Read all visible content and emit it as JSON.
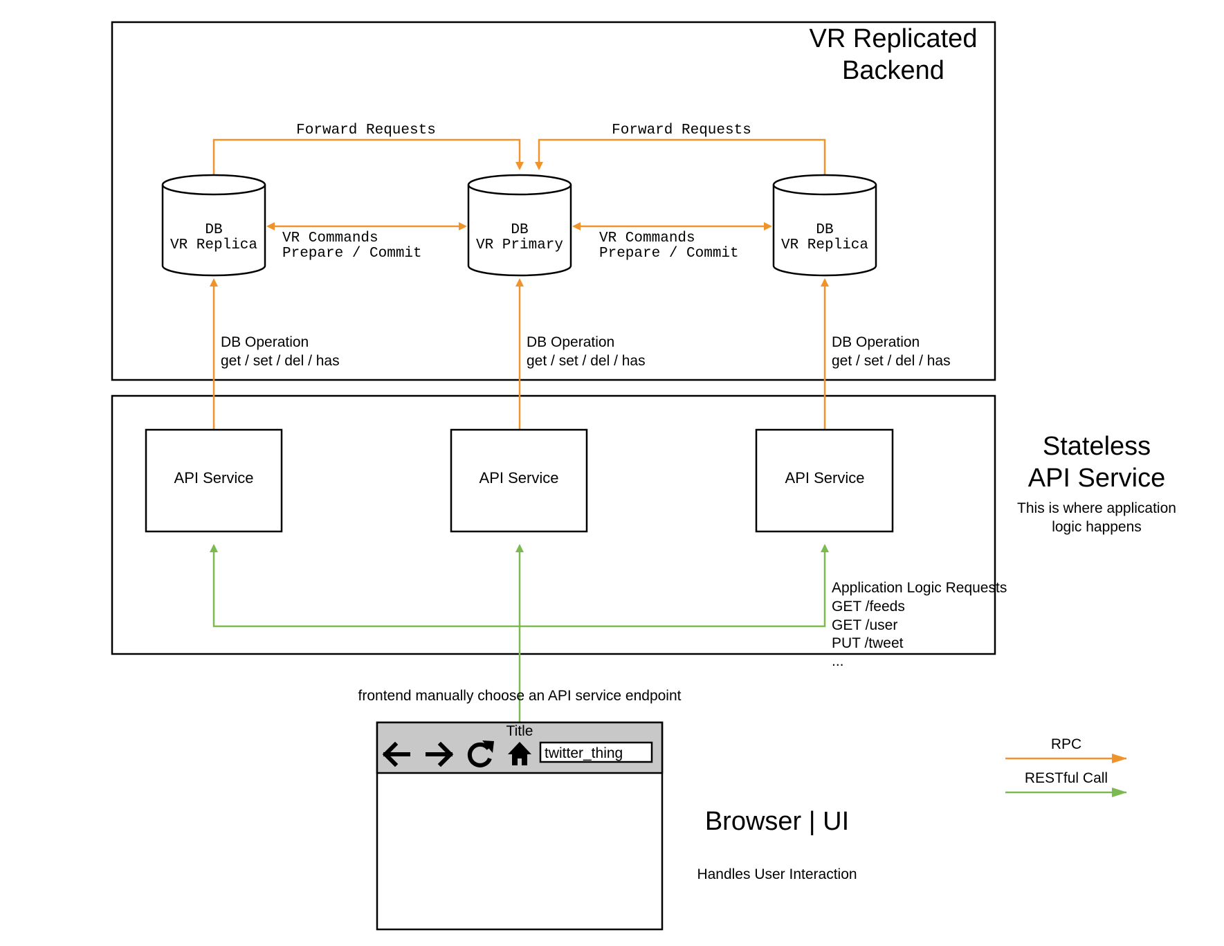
{
  "backend": {
    "title_lines": [
      "VR Replicated",
      "Backend"
    ],
    "forward_label": "Forward Requests",
    "vr_commands_lines": [
      "VR Commands",
      "Prepare / Commit"
    ],
    "db_operation_lines": [
      "DB Operation",
      "get / set / del / has"
    ],
    "databases": [
      {
        "line1": "DB",
        "line2": "VR Replica"
      },
      {
        "line1": "DB",
        "line2": "VR Primary"
      },
      {
        "line1": "DB",
        "line2": "VR Replica"
      }
    ]
  },
  "api": {
    "title_lines": [
      "Stateless",
      "API Service"
    ],
    "subtitle_lines": [
      "This is where application",
      "logic happens"
    ],
    "service_label": "API Service",
    "requests_lines": [
      "Application Logic Requests",
      "GET /feeds",
      "GET /user",
      "PUT /tweet",
      "..."
    ]
  },
  "frontend_note": "frontend manually choose an API service endpoint",
  "browser": {
    "window_title": "Title",
    "url_value": "twitter_thing",
    "title": "Browser | UI",
    "subtitle": "Handles User Interaction",
    "icons": [
      "back-arrow-icon",
      "forward-arrow-icon",
      "refresh-icon",
      "home-icon"
    ]
  },
  "legend": {
    "rpc_label": "RPC",
    "rest_label": "RESTful Call",
    "colors": {
      "rpc": "#f0932b",
      "rest": "#7cb950"
    }
  }
}
